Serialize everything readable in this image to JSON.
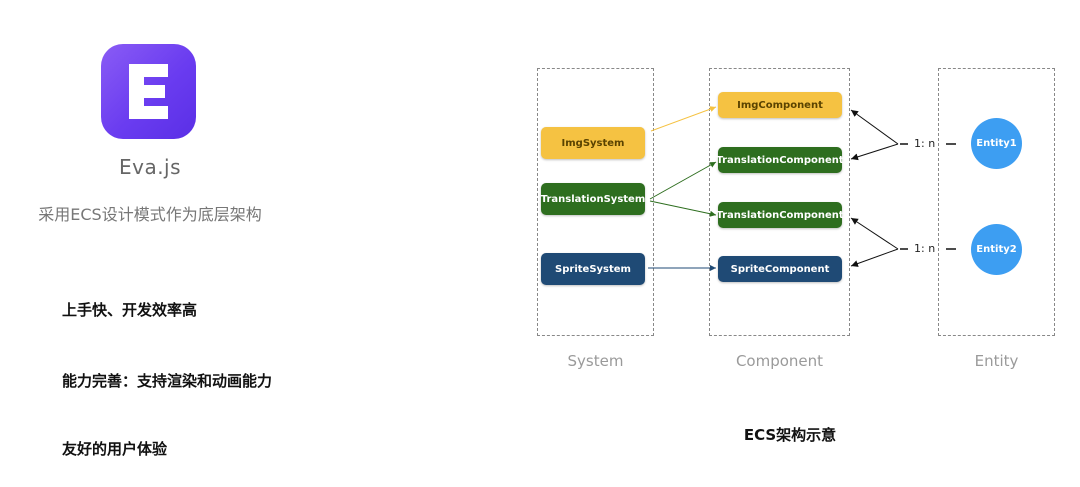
{
  "brand": {
    "logo_letter": "E",
    "name": "Eva.js",
    "tagline": "采用ECS设计模式作为底层架构",
    "logo_color": "#6a3cf0"
  },
  "features": [
    "上手快、开发效率高",
    "能力完善：支持渲染和动画能力",
    "友好的用户体验"
  ],
  "diagram": {
    "columns": {
      "system": "System",
      "component": "Component",
      "entity": "Entity"
    },
    "systems": [
      "ImgSystem",
      "TranslationSystem",
      "SpriteSystem"
    ],
    "components": [
      "ImgComponent",
      "TranslationComponent",
      "TranslationComponent",
      "SpriteComponent"
    ],
    "entities": [
      "Entity1",
      "Entity2"
    ],
    "relations": [
      "1: n",
      "1: n"
    ],
    "caption": "ECS架构示意",
    "colors": {
      "system_yellow": "#f5c242",
      "green": "#2e6e1f",
      "blue": "#1f4a75",
      "entity": "#3d9ef2"
    }
  }
}
